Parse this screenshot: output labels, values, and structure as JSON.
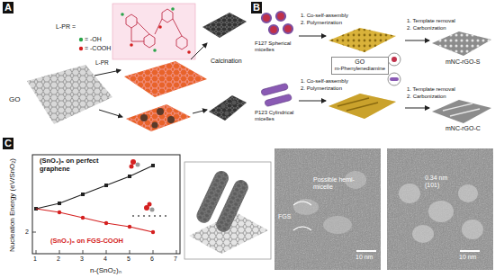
{
  "diagram": {
    "nodes": [
      {
        "text": [
          "GO",
          "m-Phenylenediamine"
        ]
      }
    ],
    "labels": [
      "A",
      "L-PR =",
      "= -OH",
      "= -COOH",
      "GO",
      "L-PR",
      "Calcination",
      "B",
      "F127 Spherical micelles",
      "P123 Cylindrical micelles",
      "1. Co-self-assembly",
      "2. Polymerization",
      "1. Co-self-assembly",
      "2. Polymerization",
      "1. Template removal",
      "2. Carbonization",
      "1. Template removal",
      "2. Carbonization",
      "mNC-rGO-S",
      "mNC-rGO-C",
      "C",
      "Nucleation Energy (eV/SnO₂)",
      "n-(SnO₂)ₙ",
      "1",
      "2",
      "3",
      "4",
      "5",
      "6",
      "7",
      "2",
      "(SnO₂)₆ on perfect graphene",
      "(SnO₂)₆ on FGS-COOH",
      "FGS",
      "Possible hemi-micelle",
      "10 nm",
      "0.34 nm (101)",
      "10 nm"
    ]
  }
}
